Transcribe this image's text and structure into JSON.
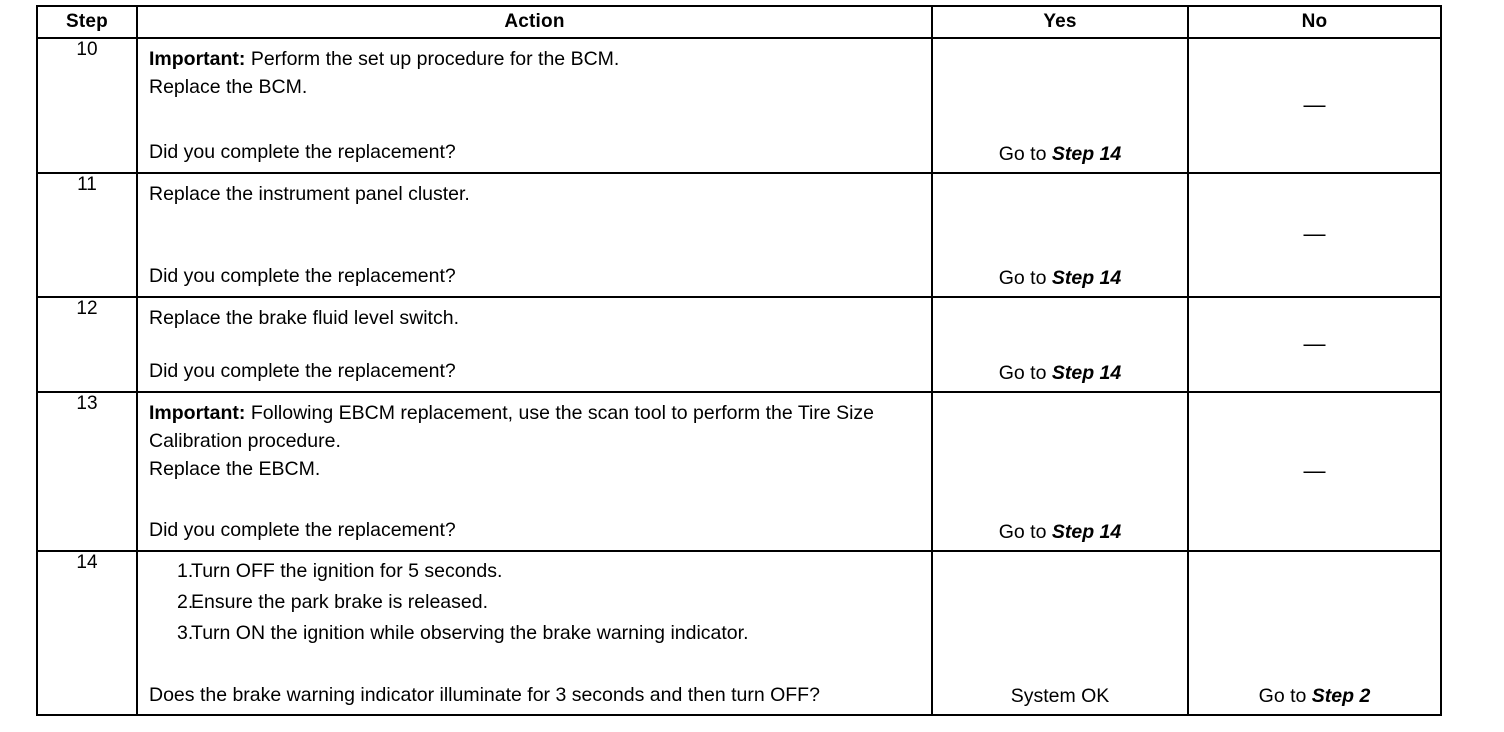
{
  "document": {
    "kind": "diagnostic-procedure-table",
    "ink_color": "#000000",
    "paper_color": "#ffffff"
  },
  "table": {
    "headers": {
      "step": "Step",
      "action": "Action",
      "yes": "Yes",
      "no": "No"
    },
    "rows": [
      {
        "step": "10",
        "action": {
          "important_label": "Important:",
          "important_text": " Perform the set up procedure for the BCM.",
          "body": "Replace the BCM.",
          "question": "Did you complete the replacement?"
        },
        "yes": {
          "prefix": "Go to ",
          "target": "Step 14"
        },
        "no": {
          "dash": "—"
        }
      },
      {
        "step": "11",
        "action": {
          "body": "Replace the instrument panel cluster.",
          "question": "Did you complete the replacement?"
        },
        "yes": {
          "prefix": "Go to ",
          "target": "Step 14"
        },
        "no": {
          "dash": "—"
        }
      },
      {
        "step": "12",
        "action": {
          "body": "Replace the brake fluid level switch.",
          "question": "Did you complete the replacement?"
        },
        "yes": {
          "prefix": "Go to ",
          "target": "Step 14"
        },
        "no": {
          "dash": "—"
        }
      },
      {
        "step": "13",
        "action": {
          "important_label": "Important:",
          "important_text": " Following EBCM replacement, use the scan tool to perform the Tire Size Calibration procedure.",
          "body": "Replace the EBCM.",
          "question": "Did you complete the replacement?"
        },
        "yes": {
          "prefix": "Go to ",
          "target": "Step 14"
        },
        "no": {
          "dash": "—"
        }
      },
      {
        "step": "14",
        "action": {
          "steps": [
            {
              "num": "1.",
              "text": "Turn OFF the ignition for 5 seconds."
            },
            {
              "num": "2.",
              "text": "Ensure the park brake is released."
            },
            {
              "num": "3.",
              "text": "Turn ON the ignition while observing the brake warning indicator."
            }
          ],
          "question": "Does the brake warning indicator illuminate for 3 seconds and then turn OFF?"
        },
        "yes": {
          "text": "System OK"
        },
        "no": {
          "prefix": "Go to ",
          "target": "Step 2"
        }
      }
    ]
  }
}
